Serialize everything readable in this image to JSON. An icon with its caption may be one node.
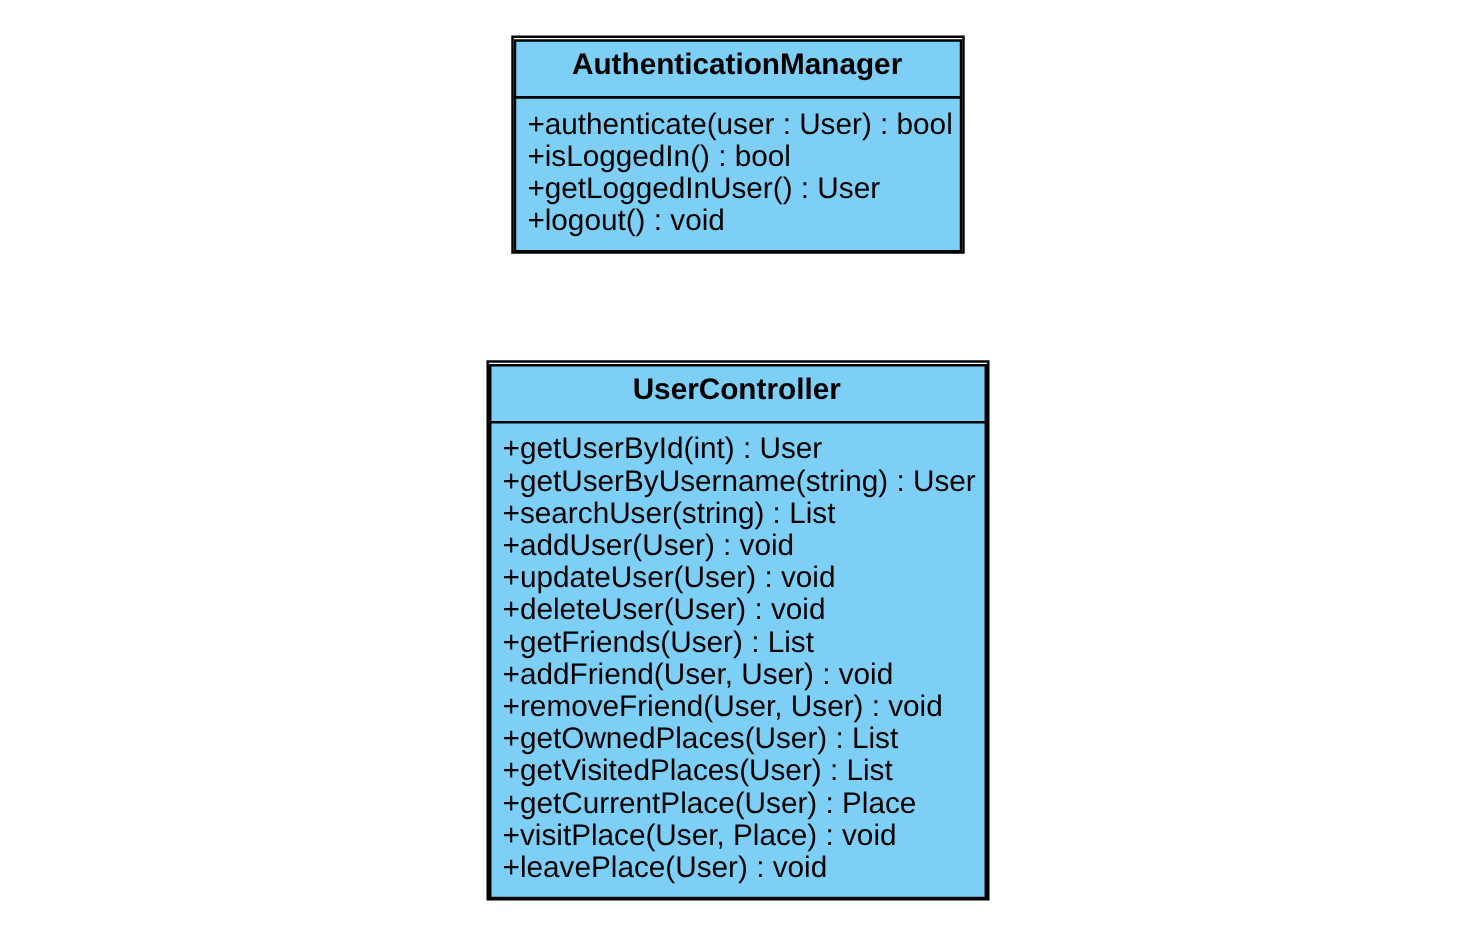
{
  "diagram": {
    "nodes": [
      {
        "text": [
          "UserController",
          "+getUserById(int) : User",
          "+getUserByUsername(string) : User",
          "+searchUser(string) : List",
          "+addUser(User) : void",
          "+updateUser(User) : void",
          "+deleteUser(User) : void",
          "+getFriends(User) : List",
          "+addFriend(User, User) : void",
          "+removeFriend(User, User) : void",
          "+getOwnedPlaces(User) : List",
          "+getVisitedPlaces(User) : List",
          "+getCurrentPlace(User) : Place",
          "+visitPlace(User, Place) : void",
          "+leavePlace(User) : void"
        ]
      },
      {
        "text": [
          "AuthenticationManager",
          "+authenticate(user : User) : bool",
          "+isLoggedIn() : bool",
          "+getLoggedInUser() : User",
          "+logout() : void"
        ]
      }
    ]
  }
}
